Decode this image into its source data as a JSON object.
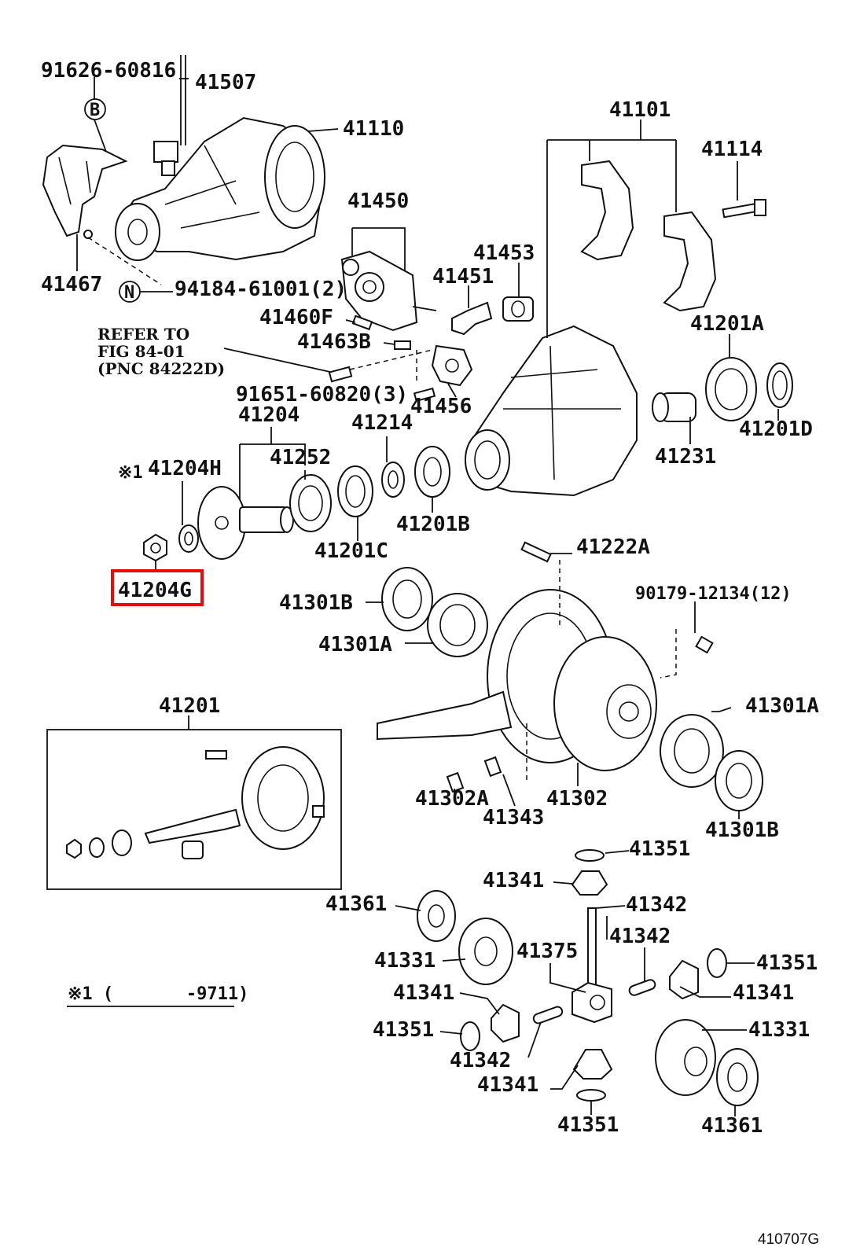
{
  "labels": {
    "p91626": "91626-60816",
    "p41507": "41507",
    "b_circle": "B",
    "p41110": "41110",
    "p41101": "41101",
    "p41114": "41114",
    "p41450": "41450",
    "p41453": "41453",
    "p41451": "41451",
    "p41467": "41467",
    "n_circle": "N",
    "p94184": "94184-61001(2)",
    "p41460f": "41460F",
    "p41463b": "41463B",
    "refer1": "REFER TO",
    "refer2": "FIG 84-01",
    "refer3": "(PNC 84222D)",
    "p41201a_top": "41201A",
    "p91651": "91651-60820(3)",
    "p41456": "41456",
    "p41204": "41204",
    "p41214": "41214",
    "p41201d": "41201D",
    "mark1": "※1",
    "p41204h": "41204H",
    "p41252": "41252",
    "p41231": "41231",
    "p41201b_mid": "41201B",
    "p41201c": "41201C",
    "p41204g": "41204G",
    "p41222a": "41222A",
    "p90179": "90179-12134(12)",
    "p41301b_left": "41301B",
    "p41301a_left": "41301A",
    "p41201": "41201",
    "p41301a_right": "41301A",
    "p41302a": "41302A",
    "p41343": "41343",
    "p41302": "41302",
    "p41301b_right": "41301B",
    "p41351_a": "41351",
    "p41341_a": "41341",
    "p41342_a": "41342",
    "p41361_a": "41361",
    "p41342_b": "41342",
    "p41331_a": "41331",
    "p41375": "41375",
    "p41351_b": "41351",
    "p41341_b": "41341",
    "p41341_c": "41341",
    "p41351_c": "41351",
    "p41331_b": "41331",
    "p41342_c": "41342",
    "p41341_d": "41341",
    "p41351_d": "41351",
    "p41361_b": "41361",
    "footnote": "※1 (       -9711)",
    "figure_code": "410707G"
  },
  "highlight_part": "41204G",
  "highlight_color": "#e01010"
}
